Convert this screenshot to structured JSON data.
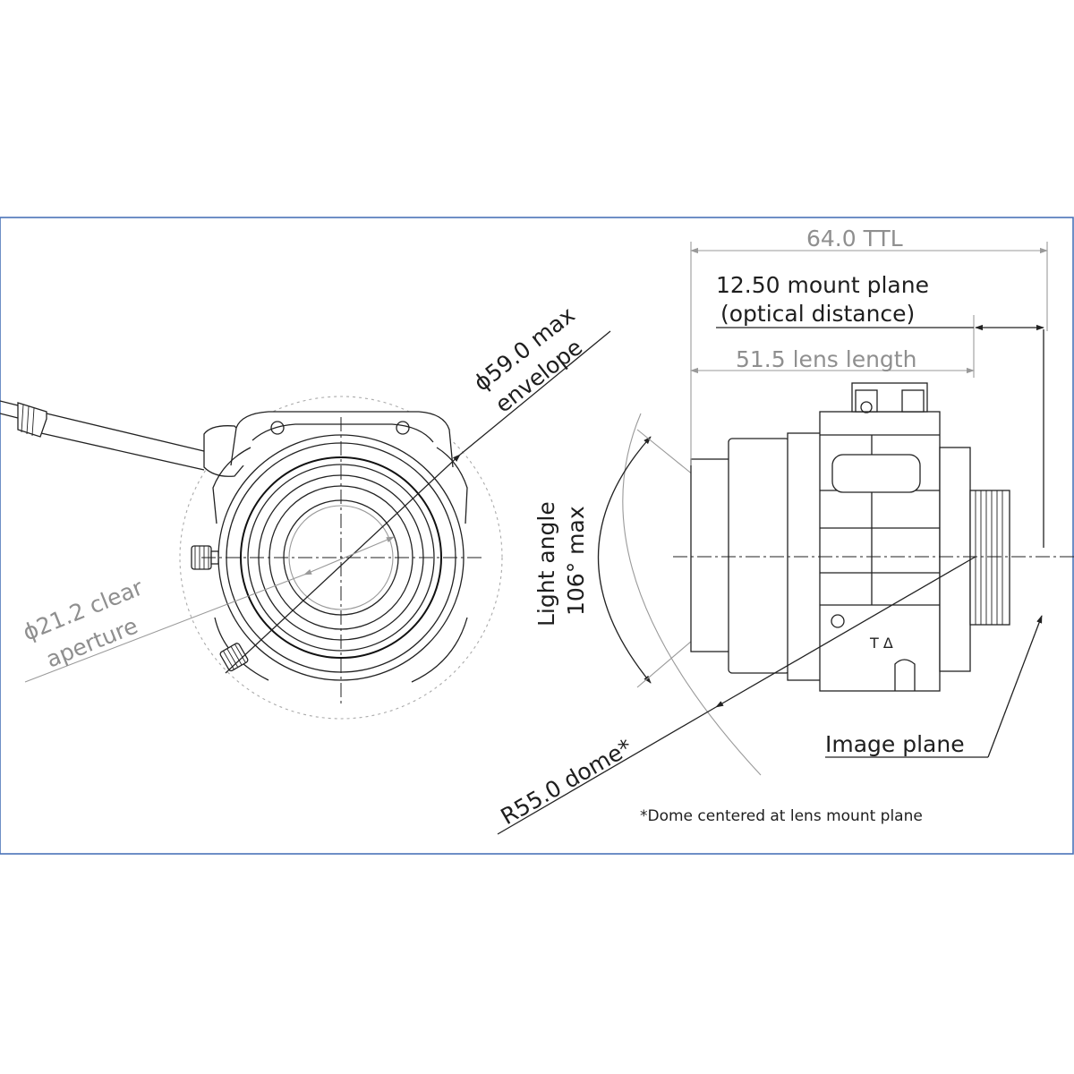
{
  "labels": {
    "envelope_line1": "ϕ59.0 max",
    "envelope_line2": "envelope",
    "aperture_line1": "ϕ21.2 clear",
    "aperture_line2": "aperture",
    "ttl": "64.0 TTL",
    "mount_line1": "12.50 mount plane",
    "mount_line2": "(optical distance)",
    "lens_length": "51.5 lens length",
    "light_angle_line1": "Light angle",
    "light_angle_line2": "106° max",
    "dome": "R55.0 dome*",
    "image_plane": "Image plane",
    "focus_marks": "T Δ",
    "footnote": "*Dome centered at lens mount plane"
  },
  "colors": {
    "frame": "#4a73b8",
    "line": "#222222",
    "gray_text": "#8f8f8f"
  }
}
